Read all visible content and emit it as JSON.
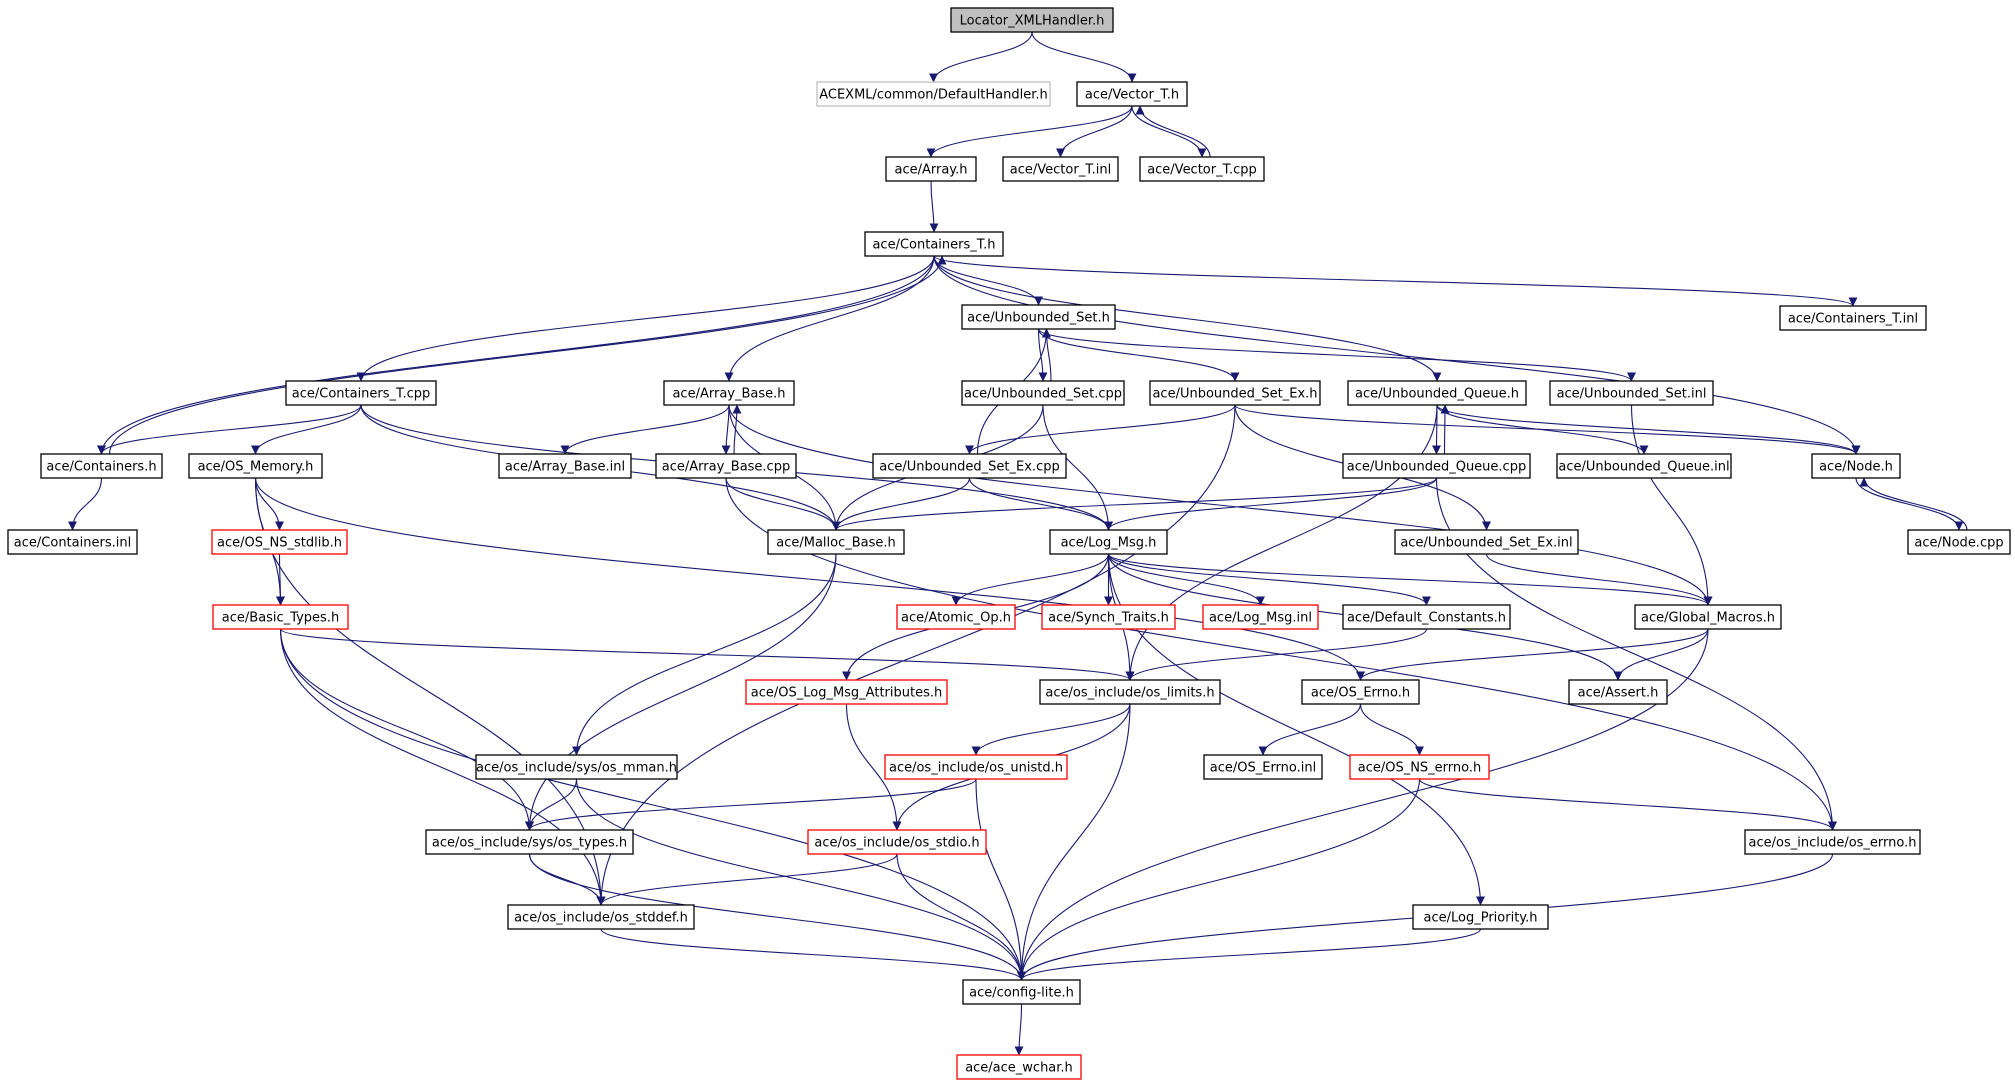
{
  "colors": {
    "edge": "#191970",
    "border_normal": "#000000",
    "border_missing": "#ff0000",
    "border_external": "#bfbfbf",
    "fill_root": "#bfbfbf",
    "fill_normal": "#ffffff"
  },
  "graph": {
    "nodes": [
      {
        "id": "n_root",
        "label": "Locator_XMLHandler.h",
        "kind": "root"
      },
      {
        "id": "n_defhandler",
        "label": "ACEXML/common/DefaultHandler.h",
        "kind": "external"
      },
      {
        "id": "n_vector_h",
        "label": "ace/Vector_T.h",
        "kind": "normal"
      },
      {
        "id": "n_array_h",
        "label": "ace/Array.h",
        "kind": "normal"
      },
      {
        "id": "n_vector_inl",
        "label": "ace/Vector_T.inl",
        "kind": "normal"
      },
      {
        "id": "n_vector_cpp",
        "label": "ace/Vector_T.cpp",
        "kind": "normal"
      },
      {
        "id": "n_containers_t_h",
        "label": "ace/Containers_T.h",
        "kind": "normal"
      },
      {
        "id": "n_unbounded_set_h",
        "label": "ace/Unbounded_Set.h",
        "kind": "normal"
      },
      {
        "id": "n_containers_t_inl",
        "label": "ace/Containers_T.inl",
        "kind": "normal"
      },
      {
        "id": "n_containers_t_cpp",
        "label": "ace/Containers_T.cpp",
        "kind": "normal"
      },
      {
        "id": "n_array_base_h",
        "label": "ace/Array_Base.h",
        "kind": "normal"
      },
      {
        "id": "n_unbounded_set_cpp",
        "label": "ace/Unbounded_Set.cpp",
        "kind": "normal"
      },
      {
        "id": "n_unbounded_set_ex_h",
        "label": "ace/Unbounded_Set_Ex.h",
        "kind": "normal"
      },
      {
        "id": "n_unbounded_queue_h",
        "label": "ace/Unbounded_Queue.h",
        "kind": "normal"
      },
      {
        "id": "n_unbounded_set_inl",
        "label": "ace/Unbounded_Set.inl",
        "kind": "normal"
      },
      {
        "id": "n_containers_h",
        "label": "ace/Containers.h",
        "kind": "normal"
      },
      {
        "id": "n_os_memory_h",
        "label": "ace/OS_Memory.h",
        "kind": "normal"
      },
      {
        "id": "n_array_base_inl",
        "label": "ace/Array_Base.inl",
        "kind": "normal"
      },
      {
        "id": "n_array_base_cpp",
        "label": "ace/Array_Base.cpp",
        "kind": "normal"
      },
      {
        "id": "n_unbounded_set_ex_cpp",
        "label": "ace/Unbounded_Set_Ex.cpp",
        "kind": "normal"
      },
      {
        "id": "n_unbounded_queue_cpp",
        "label": "ace/Unbounded_Queue.cpp",
        "kind": "normal"
      },
      {
        "id": "n_unbounded_queue_inl",
        "label": "ace/Unbounded_Queue.inl",
        "kind": "normal"
      },
      {
        "id": "n_node_h",
        "label": "ace/Node.h",
        "kind": "normal"
      },
      {
        "id": "n_containers_inl",
        "label": "ace/Containers.inl",
        "kind": "normal"
      },
      {
        "id": "n_os_ns_stdlib_h",
        "label": "ace/OS_NS_stdlib.h",
        "kind": "missing"
      },
      {
        "id": "n_malloc_base_h",
        "label": "ace/Malloc_Base.h",
        "kind": "normal"
      },
      {
        "id": "n_log_msg_h",
        "label": "ace/Log_Msg.h",
        "kind": "normal"
      },
      {
        "id": "n_unbounded_set_ex_inl",
        "label": "ace/Unbounded_Set_Ex.inl",
        "kind": "normal"
      },
      {
        "id": "n_node_cpp",
        "label": "ace/Node.cpp",
        "kind": "normal"
      },
      {
        "id": "n_basic_types_h",
        "label": "ace/Basic_Types.h",
        "kind": "missing"
      },
      {
        "id": "n_atomic_op_h",
        "label": "ace/Atomic_Op.h",
        "kind": "missing"
      },
      {
        "id": "n_synch_traits_h",
        "label": "ace/Synch_Traits.h",
        "kind": "missing"
      },
      {
        "id": "n_log_msg_inl",
        "label": "ace/Log_Msg.inl",
        "kind": "missing"
      },
      {
        "id": "n_default_constants_h",
        "label": "ace/Default_Constants.h",
        "kind": "normal"
      },
      {
        "id": "n_global_macros_h",
        "label": "ace/Global_Macros.h",
        "kind": "normal"
      },
      {
        "id": "n_os_log_msg_attr_h",
        "label": "ace/OS_Log_Msg_Attributes.h",
        "kind": "missing"
      },
      {
        "id": "n_os_limits_h",
        "label": "ace/os_include/os_limits.h",
        "kind": "normal"
      },
      {
        "id": "n_os_errno_h",
        "label": "ace/OS_Errno.h",
        "kind": "normal"
      },
      {
        "id": "n_assert_h",
        "label": "ace/Assert.h",
        "kind": "normal"
      },
      {
        "id": "n_os_mman_h",
        "label": "ace/os_include/sys/os_mman.h",
        "kind": "normal"
      },
      {
        "id": "n_os_unistd_h",
        "label": "ace/os_include/os_unistd.h",
        "kind": "missing"
      },
      {
        "id": "n_os_errno_inl",
        "label": "ace/OS_Errno.inl",
        "kind": "normal"
      },
      {
        "id": "n_os_ns_errno_h",
        "label": "ace/OS_NS_errno.h",
        "kind": "missing"
      },
      {
        "id": "n_os_types_h",
        "label": "ace/os_include/sys/os_types.h",
        "kind": "normal"
      },
      {
        "id": "n_os_stdio_h",
        "label": "ace/os_include/os_stdio.h",
        "kind": "missing"
      },
      {
        "id": "n_os_include_errno_h",
        "label": "ace/os_include/os_errno.h",
        "kind": "normal"
      },
      {
        "id": "n_os_stddef_h",
        "label": "ace/os_include/os_stddef.h",
        "kind": "normal"
      },
      {
        "id": "n_log_priority_h",
        "label": "ace/Log_Priority.h",
        "kind": "normal"
      },
      {
        "id": "n_config_lite_h",
        "label": "ace/config-lite.h",
        "kind": "normal"
      },
      {
        "id": "n_ace_wchar_h",
        "label": "ace/ace_wchar.h",
        "kind": "missing"
      }
    ],
    "edges": [
      {
        "from": "n_root",
        "to": "n_defhandler"
      },
      {
        "from": "n_root",
        "to": "n_vector_h"
      },
      {
        "from": "n_vector_h",
        "to": "n_array_h"
      },
      {
        "from": "n_vector_h",
        "to": "n_vector_inl"
      },
      {
        "from": "n_vector_h",
        "to": "n_vector_cpp"
      },
      {
        "from": "n_vector_cpp",
        "to": "n_vector_h"
      },
      {
        "from": "n_array_h",
        "to": "n_containers_t_h"
      },
      {
        "from": "n_containers_t_h",
        "to": "n_unbounded_set_h"
      },
      {
        "from": "n_containers_t_h",
        "to": "n_containers_t_inl"
      },
      {
        "from": "n_containers_t_h",
        "to": "n_containers_t_cpp"
      },
      {
        "from": "n_containers_t_h",
        "to": "n_array_base_h"
      },
      {
        "from": "n_containers_t_h",
        "to": "n_unbounded_queue_h"
      },
      {
        "from": "n_containers_t_h",
        "to": "n_node_h"
      },
      {
        "from": "n_containers_t_h",
        "to": "n_containers_h"
      },
      {
        "from": "n_containers_h",
        "to": "n_containers_t_h"
      },
      {
        "from": "n_containers_h",
        "to": "n_containers_inl"
      },
      {
        "from": "n_containers_t_cpp",
        "to": "n_containers_h"
      },
      {
        "from": "n_containers_t_cpp",
        "to": "n_os_memory_h"
      },
      {
        "from": "n_containers_t_cpp",
        "to": "n_malloc_base_h"
      },
      {
        "from": "n_containers_t_cpp",
        "to": "n_log_msg_h"
      },
      {
        "from": "n_unbounded_set_h",
        "to": "n_unbounded_set_cpp"
      },
      {
        "from": "n_unbounded_set_cpp",
        "to": "n_unbounded_set_h"
      },
      {
        "from": "n_unbounded_set_h",
        "to": "n_unbounded_set_ex_h"
      },
      {
        "from": "n_unbounded_set_h",
        "to": "n_unbounded_set_inl"
      },
      {
        "from": "n_unbounded_set_cpp",
        "to": "n_malloc_base_h"
      },
      {
        "from": "n_unbounded_set_cpp",
        "to": "n_log_msg_h"
      },
      {
        "from": "n_unbounded_set_ex_h",
        "to": "n_unbounded_set_ex_cpp"
      },
      {
        "from": "n_unbounded_set_ex_cpp",
        "to": "n_unbounded_set_h"
      },
      {
        "from": "n_unbounded_set_ex_h",
        "to": "n_node_h"
      },
      {
        "from": "n_unbounded_set_ex_h",
        "to": "n_unbounded_set_ex_inl"
      },
      {
        "from": "n_unbounded_set_ex_h",
        "to": "n_os_stddef_h"
      },
      {
        "from": "n_unbounded_set_ex_cpp",
        "to": "n_malloc_base_h"
      },
      {
        "from": "n_unbounded_set_ex_cpp",
        "to": "n_log_msg_h"
      },
      {
        "from": "n_unbounded_queue_h",
        "to": "n_unbounded_queue_cpp"
      },
      {
        "from": "n_unbounded_queue_cpp",
        "to": "n_unbounded_queue_h"
      },
      {
        "from": "n_unbounded_queue_h",
        "to": "n_unbounded_queue_inl"
      },
      {
        "from": "n_unbounded_queue_h",
        "to": "n_node_h"
      },
      {
        "from": "n_unbounded_queue_h",
        "to": "n_os_limits_h"
      },
      {
        "from": "n_unbounded_queue_cpp",
        "to": "n_malloc_base_h"
      },
      {
        "from": "n_unbounded_queue_cpp",
        "to": "n_log_msg_h"
      },
      {
        "from": "n_unbounded_queue_cpp",
        "to": "n_os_include_errno_h"
      },
      {
        "from": "n_unbounded_set_inl",
        "to": "n_global_macros_h"
      },
      {
        "from": "n_unbounded_set_ex_inl",
        "to": "n_global_macros_h"
      },
      {
        "from": "n_node_h",
        "to": "n_node_cpp"
      },
      {
        "from": "n_node_cpp",
        "to": "n_node_h"
      },
      {
        "from": "n_array_base_h",
        "to": "n_array_base_inl"
      },
      {
        "from": "n_array_base_h",
        "to": "n_array_base_cpp"
      },
      {
        "from": "n_array_base_cpp",
        "to": "n_array_base_h"
      },
      {
        "from": "n_array_base_h",
        "to": "n_malloc_base_h"
      },
      {
        "from": "n_array_base_h",
        "to": "n_global_macros_h"
      },
      {
        "from": "n_array_base_cpp",
        "to": "n_malloc_base_h"
      },
      {
        "from": "n_array_base_cpp",
        "to": "n_os_include_errno_h"
      },
      {
        "from": "n_os_memory_h",
        "to": "n_os_ns_stdlib_h"
      },
      {
        "from": "n_os_memory_h",
        "to": "n_basic_types_h"
      },
      {
        "from": "n_os_memory_h",
        "to": "n_os_stddef_h"
      },
      {
        "from": "n_os_memory_h",
        "to": "n_os_errno_h"
      },
      {
        "from": "n_os_ns_stdlib_h",
        "to": "n_basic_types_h"
      },
      {
        "from": "n_malloc_base_h",
        "to": "n_os_mman_h"
      },
      {
        "from": "n_malloc_base_h",
        "to": "n_os_types_h"
      },
      {
        "from": "n_log_msg_h",
        "to": "n_atomic_op_h"
      },
      {
        "from": "n_log_msg_h",
        "to": "n_synch_traits_h"
      },
      {
        "from": "n_log_msg_h",
        "to": "n_log_msg_inl"
      },
      {
        "from": "n_log_msg_h",
        "to": "n_default_constants_h"
      },
      {
        "from": "n_log_msg_h",
        "to": "n_global_macros_h"
      },
      {
        "from": "n_log_msg_h",
        "to": "n_os_log_msg_attr_h"
      },
      {
        "from": "n_log_msg_h",
        "to": "n_os_limits_h"
      },
      {
        "from": "n_log_msg_h",
        "to": "n_log_priority_h"
      },
      {
        "from": "n_log_msg_h",
        "to": "n_assert_h"
      },
      {
        "from": "n_default_constants_h",
        "to": "n_os_limits_h"
      },
      {
        "from": "n_global_macros_h",
        "to": "n_os_errno_h"
      },
      {
        "from": "n_global_macros_h",
        "to": "n_assert_h"
      },
      {
        "from": "n_global_macros_h",
        "to": "n_config_lite_h"
      },
      {
        "from": "n_basic_types_h",
        "to": "n_os_limits_h"
      },
      {
        "from": "n_basic_types_h",
        "to": "n_os_types_h"
      },
      {
        "from": "n_basic_types_h",
        "to": "n_os_stddef_h"
      },
      {
        "from": "n_basic_types_h",
        "to": "n_config_lite_h"
      },
      {
        "from": "n_os_log_msg_attr_h",
        "to": "n_os_stdio_h"
      },
      {
        "from": "n_os_limits_h",
        "to": "n_os_unistd_h"
      },
      {
        "from": "n_os_limits_h",
        "to": "n_os_stdio_h"
      },
      {
        "from": "n_os_limits_h",
        "to": "n_config_lite_h"
      },
      {
        "from": "n_os_errno_h",
        "to": "n_os_errno_inl"
      },
      {
        "from": "n_os_errno_h",
        "to": "n_os_ns_errno_h"
      },
      {
        "from": "n_os_ns_errno_h",
        "to": "n_os_include_errno_h"
      },
      {
        "from": "n_os_ns_errno_h",
        "to": "n_config_lite_h"
      },
      {
        "from": "n_os_mman_h",
        "to": "n_os_types_h"
      },
      {
        "from": "n_os_mman_h",
        "to": "n_config_lite_h"
      },
      {
        "from": "n_os_unistd_h",
        "to": "n_os_types_h"
      },
      {
        "from": "n_os_unistd_h",
        "to": "n_config_lite_h"
      },
      {
        "from": "n_os_types_h",
        "to": "n_os_stddef_h"
      },
      {
        "from": "n_os_types_h",
        "to": "n_config_lite_h"
      },
      {
        "from": "n_os_stdio_h",
        "to": "n_os_stddef_h"
      },
      {
        "from": "n_os_stdio_h",
        "to": "n_config_lite_h"
      },
      {
        "from": "n_os_include_errno_h",
        "to": "n_config_lite_h"
      },
      {
        "from": "n_os_stddef_h",
        "to": "n_config_lite_h"
      },
      {
        "from": "n_log_priority_h",
        "to": "n_config_lite_h"
      },
      {
        "from": "n_config_lite_h",
        "to": "n_ace_wchar_h"
      }
    ]
  }
}
